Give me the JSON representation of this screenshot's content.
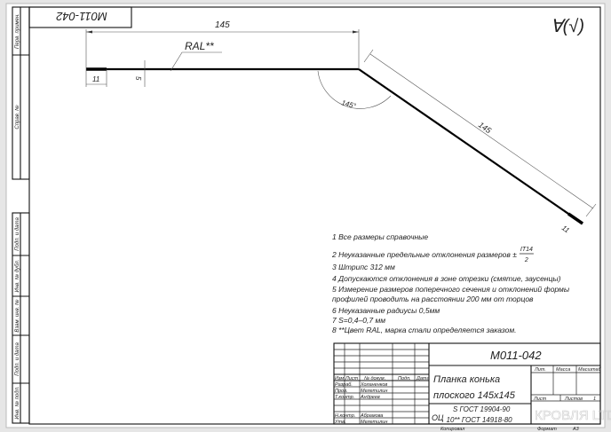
{
  "drawing": {
    "designation": "М011-042",
    "designation_rotated": "М011-042",
    "dim_top_length": "145",
    "dim_diag_length": "145",
    "dim_left_flange": "11",
    "dim_right_flange": "11",
    "dim_thickness": "5",
    "dim_angle": "145°",
    "ral_label": "RAL**",
    "roughness_symbol": "∀(√)"
  },
  "notes": [
    "1  Все размеры справочные",
    "2  Неуказанные предельные отклонения размеров ±",
    "3  Штрипс 312 мм",
    "4  Допускаются отклонения в зоне отрезки (смятие, заусенцы)",
    "5  Измерение размеров поперечного сечения и отклонений формы",
    "профилей проводить на расстоянии 200 мм от торцов",
    "6  Неуказанные радиусы 0,5мм",
    "7  S=0,4–0,7 мм",
    "8  **Цвет RAL, марка стали определяется заказом."
  ],
  "tolerance_fraction": {
    "numerator": "IT14",
    "denominator": "2"
  },
  "side_strip": {
    "top": [
      "Перв. примен.",
      "Справ. №"
    ],
    "bottom": [
      "Подп. и дата",
      "Инв. № дубл.",
      "Взам. инв. №",
      "Подп. и дата",
      "Инв. № подл."
    ]
  },
  "title_block": {
    "designation": "М011-042",
    "title_line1": "Планка конька",
    "title_line2": "плоского  145х145",
    "material_line1": "S ГОСТ 19904-90",
    "material_prefix": "ОЦ",
    "material_line2": "10** ГОСТ 14918-80",
    "header": [
      "Изм",
      "Лист",
      "№ докум.",
      "Подп.",
      "Дата"
    ],
    "roles": [
      {
        "role": "Разраб.",
        "name": "Холаненков"
      },
      {
        "role": "Пров.",
        "name": "Мелетилин"
      },
      {
        "role": "Т.контр.",
        "name": "Андреев"
      },
      {
        "role": "Н.контр.",
        "name": "Абрамова"
      },
      {
        "role": "Утв.",
        "name": "Мелетилин"
      }
    ],
    "lit_label": "Лит.",
    "mass_label": "Масса",
    "scale_label": "Масштаб",
    "sheet_label": "Лист",
    "sheets_label": "Листов",
    "sheets_value": "1",
    "copied_label": "Копировал",
    "format_label": "Формат",
    "format_value": "А3"
  },
  "watermark": "КРОВЛЯ LTD"
}
